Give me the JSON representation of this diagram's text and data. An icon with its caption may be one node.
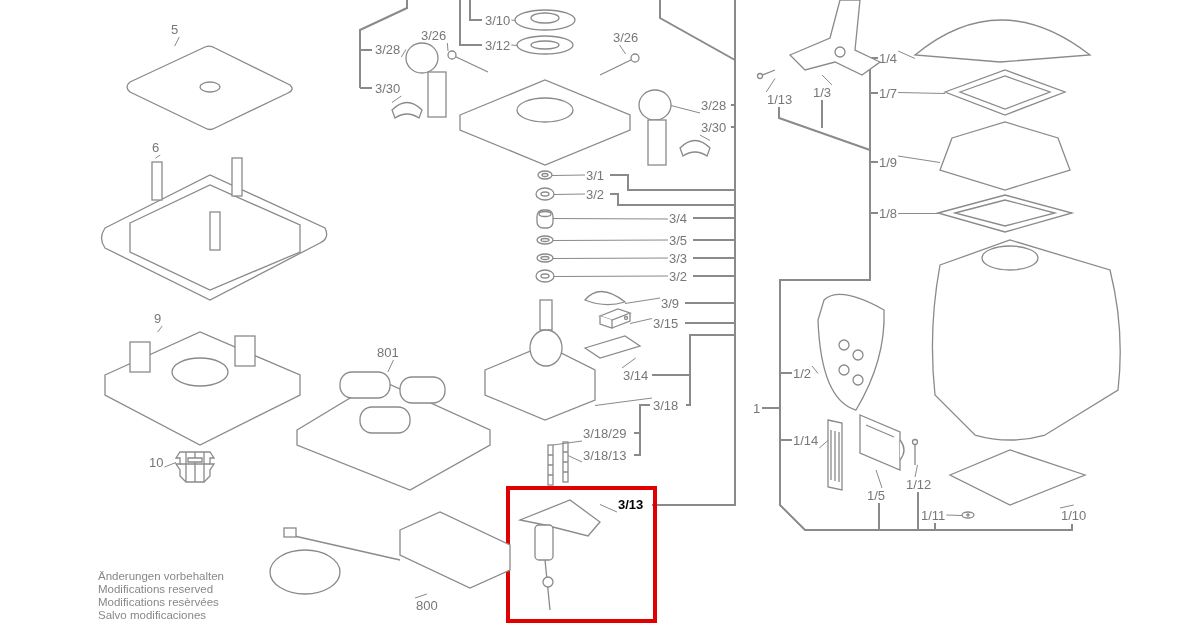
{
  "diagram": {
    "nodes": [
      {
        "text": [
          "3/26"
        ]
      },
      {
        "text": [
          "3/10"
        ]
      },
      {
        "text": [
          "3/12"
        ]
      },
      {
        "text": [
          "3/26"
        ]
      },
      {
        "text": [
          "3/28"
        ]
      },
      {
        "text": [
          "3/30"
        ]
      },
      {
        "text": [
          "3/28"
        ]
      },
      {
        "text": [
          "3/30"
        ]
      },
      {
        "text": [
          "3/1"
        ]
      },
      {
        "text": [
          "3/2"
        ]
      },
      {
        "text": [
          "3/4"
        ]
      },
      {
        "text": [
          "3/5"
        ]
      },
      {
        "text": [
          "3/3"
        ]
      },
      {
        "text": [
          "3/2"
        ]
      },
      {
        "text": [
          "3/9"
        ]
      },
      {
        "text": [
          "3/15"
        ]
      },
      {
        "text": [
          "3/14"
        ]
      },
      {
        "text": [
          "3/18"
        ]
      },
      {
        "text": [
          "3/18/29"
        ]
      },
      {
        "text": [
          "3/18/13"
        ]
      },
      {
        "text": [
          "3/13"
        ]
      },
      {
        "text": [
          "5"
        ]
      },
      {
        "text": [
          "6"
        ]
      },
      {
        "text": [
          "9"
        ]
      },
      {
        "text": [
          "801"
        ]
      },
      {
        "text": [
          "10"
        ]
      },
      {
        "text": [
          "800"
        ]
      },
      {
        "text": [
          "1/4"
        ]
      },
      {
        "text": [
          "1/13"
        ]
      },
      {
        "text": [
          "1/3"
        ]
      },
      {
        "text": [
          "1/7"
        ]
      },
      {
        "text": [
          "1/9"
        ]
      },
      {
        "text": [
          "1/8"
        ]
      },
      {
        "text": [
          "1/2"
        ]
      },
      {
        "text": [
          "1"
        ]
      },
      {
        "text": [
          "1/14"
        ]
      },
      {
        "text": [
          "1/12"
        ]
      },
      {
        "text": [
          "1/5"
        ]
      },
      {
        "text": [
          "1/11"
        ]
      },
      {
        "text": [
          "1/10"
        ]
      },
      {
        "text": [],
        "shape": "picture"
      },
      {
        "text": [],
        "shape": "picture"
      },
      {
        "text": [],
        "shape": "picture"
      },
      {
        "text": [],
        "shape": "picture"
      },
      {
        "text": [],
        "shape": "picture"
      },
      {
        "text": [],
        "shape": "picture"
      },
      {
        "text": [],
        "shape": "picture"
      },
      {
        "text": [],
        "shape": "picture"
      },
      {
        "text": [],
        "shape": "picture"
      },
      {
        "text": [],
        "shape": "picture"
      },
      {
        "text": [],
        "shape": "picture"
      },
      {
        "text": [],
        "shape": "picture"
      },
      {
        "text": [],
        "shape": "picture"
      },
      {
        "text": [],
        "shape": "picture"
      },
      {
        "text": [],
        "shape": "picture"
      },
      {
        "text": [],
        "shape": "picture"
      },
      {
        "text": [],
        "shape": "picture"
      },
      {
        "text": [],
        "shape": "picture"
      },
      {
        "text": [],
        "shape": "picture"
      },
      {
        "text": [],
        "shape": "picture"
      },
      {
        "text": [],
        "shape": "picture"
      },
      {
        "text": [],
        "shape": "picture"
      },
      {
        "text": [],
        "shape": "picture"
      },
      {
        "text": [],
        "shape": "picture"
      },
      {
        "text": [],
        "shape": "picture"
      },
      {
        "text": [],
        "shape": "picture"
      },
      {
        "text": [],
        "shape": "picture"
      },
      {
        "text": [],
        "shape": "picture"
      },
      {
        "text": [],
        "shape": "picture"
      },
      {
        "text": [],
        "shape": "picture"
      },
      {
        "text": [],
        "shape": "picture"
      },
      {
        "text": [],
        "shape": "picture"
      },
      {
        "text": [],
        "shape": "picture"
      },
      {
        "text": [],
        "shape": "picture"
      },
      {
        "text": [],
        "shape": "picture"
      },
      {
        "text": [],
        "shape": "picture"
      },
      {
        "text": [],
        "shape": "picture"
      },
      {
        "text": [],
        "shape": "picture"
      },
      {
        "text": [],
        "shape": "picture"
      }
    ],
    "edges": [
      {
        "from": 0,
        "to": 40,
        "arrow": "none"
      },
      {
        "from": 1,
        "to": 41,
        "arrow": "none"
      },
      {
        "from": 2,
        "to": 42,
        "arrow": "none"
      },
      {
        "from": 3,
        "to": 43,
        "arrow": "none"
      },
      {
        "from": 4,
        "to": 44,
        "arrow": "none"
      },
      {
        "from": 5,
        "to": 45,
        "arrow": "none"
      },
      {
        "from": 6,
        "to": 46,
        "arrow": "none"
      },
      {
        "from": 7,
        "to": 47,
        "arrow": "none"
      },
      {
        "from": 8,
        "to": 48,
        "arrow": "none"
      },
      {
        "from": 9,
        "to": 49,
        "arrow": "none"
      },
      {
        "from": 10,
        "to": 50,
        "arrow": "none"
      },
      {
        "from": 11,
        "to": 51,
        "arrow": "none"
      },
      {
        "from": 12,
        "to": 52,
        "arrow": "none"
      },
      {
        "from": 13,
        "to": 53,
        "arrow": "none"
      },
      {
        "from": 14,
        "to": 54,
        "arrow": "none"
      },
      {
        "from": 15,
        "to": 55,
        "arrow": "none"
      },
      {
        "from": 16,
        "to": 56,
        "arrow": "none"
      },
      {
        "from": 17,
        "to": 57,
        "arrow": "none"
      },
      {
        "from": 18,
        "to": 58,
        "arrow": "none"
      },
      {
        "from": 19,
        "to": 59,
        "arrow": "none"
      },
      {
        "from": 20,
        "to": 60,
        "arrow": "none"
      },
      {
        "from": 21,
        "to": 61,
        "arrow": "none"
      },
      {
        "from": 22,
        "to": 62,
        "arrow": "none"
      },
      {
        "from": 23,
        "to": 63,
        "arrow": "none"
      },
      {
        "from": 24,
        "to": 64,
        "arrow": "none"
      },
      {
        "from": 25,
        "to": 65,
        "arrow": "none"
      },
      {
        "from": 26,
        "to": 66,
        "arrow": "none"
      },
      {
        "from": 27,
        "to": 67,
        "arrow": "none"
      },
      {
        "from": 28,
        "to": 68,
        "arrow": "none"
      },
      {
        "from": 29,
        "to": 69,
        "arrow": "none"
      },
      {
        "from": 30,
        "to": 70,
        "arrow": "none"
      },
      {
        "from": 31,
        "to": 71,
        "arrow": "none"
      },
      {
        "from": 32,
        "to": 72,
        "arrow": "none"
      },
      {
        "from": 33,
        "to": 73,
        "arrow": "none"
      },
      {
        "from": 35,
        "to": 74,
        "arrow": "none"
      },
      {
        "from": 36,
        "to": 75,
        "arrow": "none"
      },
      {
        "from": 37,
        "to": 76,
        "arrow": "none"
      },
      {
        "from": 38,
        "to": 77,
        "arrow": "none"
      },
      {
        "from": 39,
        "to": 78,
        "arrow": "none"
      }
    ],
    "labels": [
      "Änderungen vorbehalten",
      "Modifications reserved",
      "Modifications resèrvées",
      "Salvo modificaciones"
    ]
  }
}
